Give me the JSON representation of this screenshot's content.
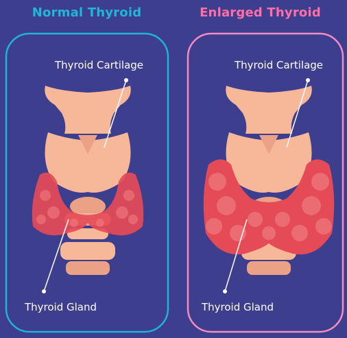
{
  "panels": {
    "normal": {
      "title": "Normal Thyroid",
      "title_color": "#22b6d6",
      "border_color": "#1fb3d4",
      "cartilage_label": "Thyroid Cartilage",
      "gland_label": "Thyroid Gland"
    },
    "enlarged": {
      "title": "Enlarged Thyroid",
      "title_color": "#ff6fa7",
      "border_color": "#f48cc4",
      "cartilage_label": "Thyroid Cartilage",
      "gland_label": "Thyroid Gland"
    }
  },
  "colors": {
    "background": "#3e3e8f",
    "cartilage": "#f7b89a",
    "cartilage_shadow": "#eaa185",
    "gland": "#e54b57",
    "gland_light": "#f07a80"
  }
}
